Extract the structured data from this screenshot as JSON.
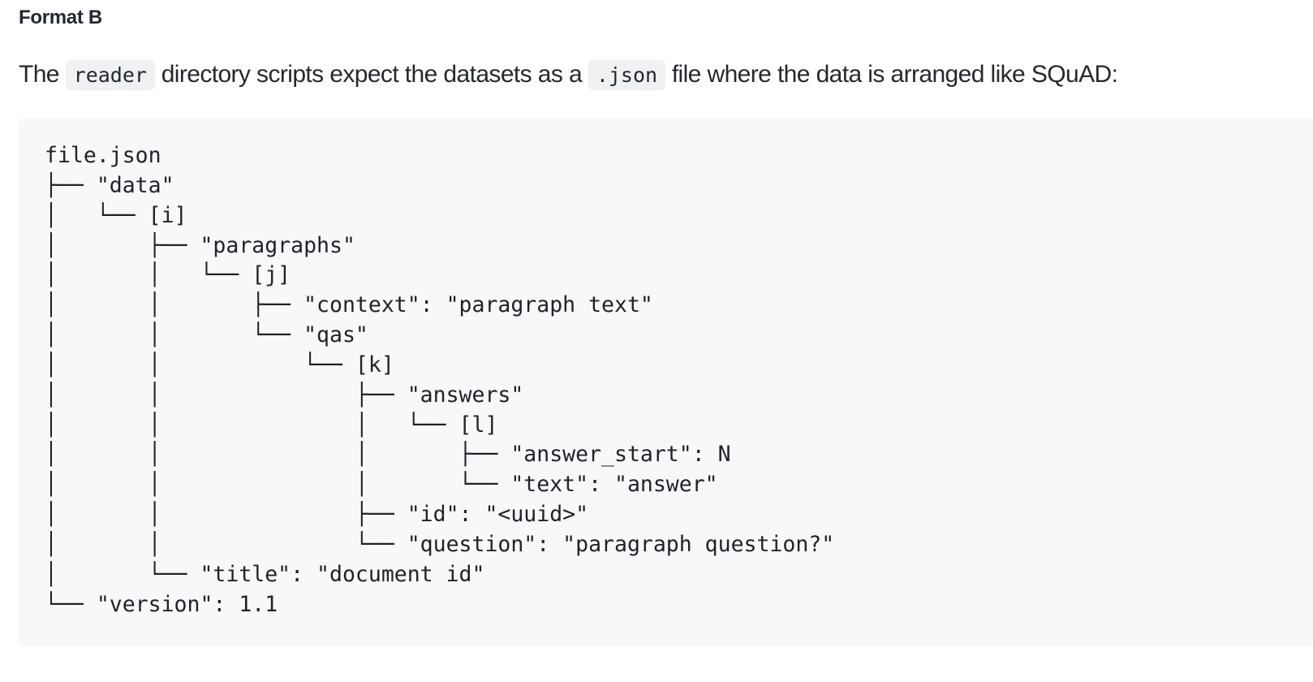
{
  "heading": "Format B",
  "intro": {
    "before": "The ",
    "code1": "reader",
    "middle": " directory scripts expect the datasets as a ",
    "code2": ".json",
    "after": " file where the data is arranged like SQuAD:"
  },
  "tree_lines": [
    "file.json",
    "├── \"data\"",
    "│   └── [i]",
    "│       ├── \"paragraphs\"",
    "│       │   └── [j]",
    "│       │       ├── \"context\": \"paragraph text\"",
    "│       │       └── \"qas\"",
    "│       │           └── [k]",
    "│       │               ├── \"answers\"",
    "│       │               │   └── [l]",
    "│       │               │       ├── \"answer_start\": N",
    "│       │               │       └── \"text\": \"answer\"",
    "│       │               ├── \"id\": \"<uuid>\"",
    "│       │               └── \"question\": \"paragraph question?\"",
    "│       └── \"title\": \"document id\"",
    "└── \"version\": 1.1"
  ]
}
